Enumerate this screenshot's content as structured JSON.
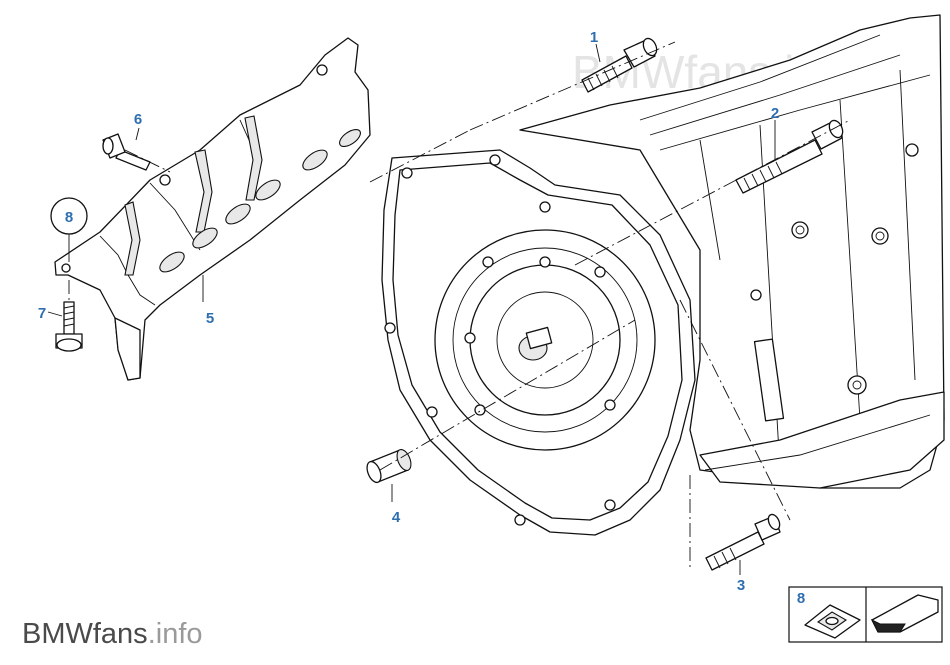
{
  "watermark": {
    "brand": "BMWfans",
    "suffix": ".info"
  },
  "footer": {
    "brand": "BMWfans",
    "suffix": ".info"
  },
  "callouts": {
    "p1": "1",
    "p2": "2",
    "p3": "3",
    "p4": "4",
    "p5": "5",
    "p6": "6",
    "p7": "7",
    "p8": "8",
    "kit": "8"
  },
  "colors": {
    "callout": "#2f6fb0",
    "line": "#111111",
    "watermark": "#e4e4e4"
  }
}
